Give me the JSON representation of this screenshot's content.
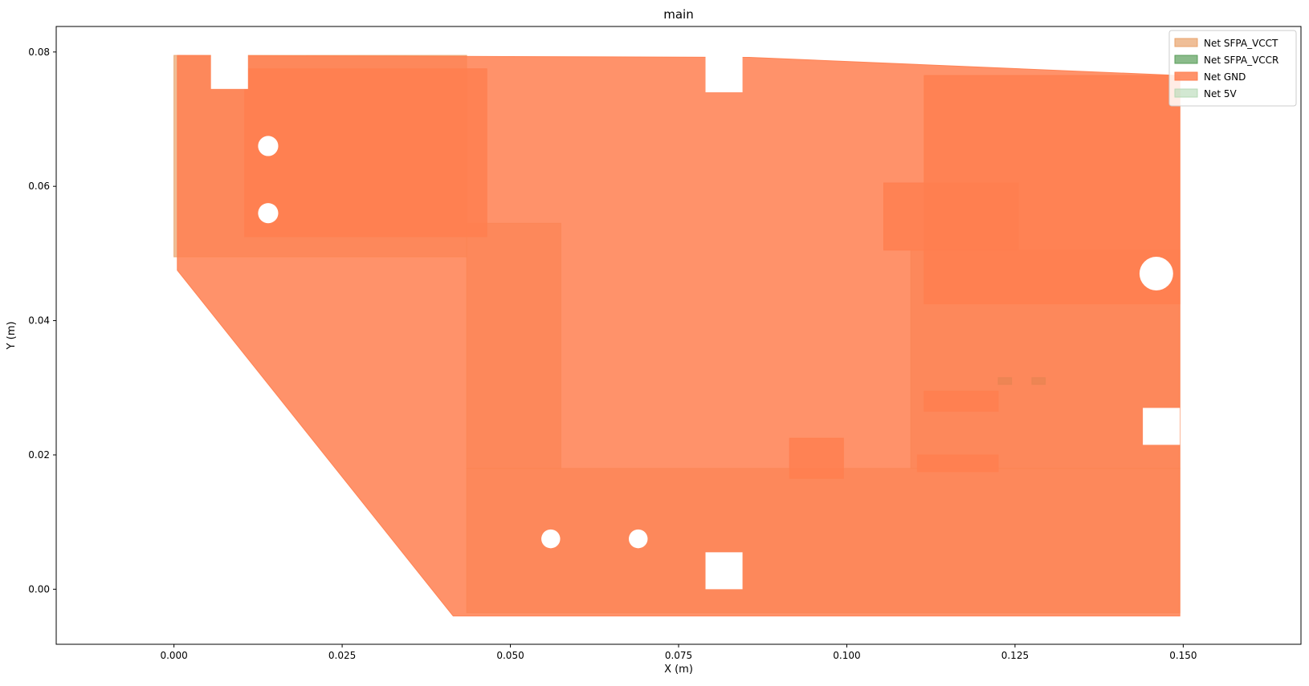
{
  "chart_data": {
    "type": "area",
    "title": "main",
    "xlabel": "X (m)",
    "ylabel": "Y (m)",
    "xlim": [
      -0.0175,
      0.1675
    ],
    "ylim": [
      -0.0082,
      0.0838
    ],
    "xticks": [
      0.0,
      0.025,
      0.05,
      0.075,
      0.1,
      0.125,
      0.15
    ],
    "xtick_labels": [
      "0.000",
      "0.025",
      "0.050",
      "0.075",
      "0.100",
      "0.125",
      "0.150"
    ],
    "yticks": [
      0.0,
      0.02,
      0.04,
      0.06,
      0.08
    ],
    "ytick_labels": [
      "0.00",
      "0.02",
      "0.04",
      "0.06",
      "0.08"
    ],
    "grid": false,
    "legend_position": "top-right",
    "series": [
      {
        "name": "Net SFPA_VCCT",
        "color": "#e8a36b",
        "alpha": 0.7,
        "polygons": [
          [
            [
              0.0,
              0.0795
            ],
            [
              0.0435,
              0.0795
            ],
            [
              0.0435,
              0.0495
            ],
            [
              0.0,
              0.0495
            ]
          ],
          [
            [
              0.0435,
              -0.0035
            ],
            [
              0.1495,
              -0.0035
            ],
            [
              0.1495,
              0.018
            ],
            [
              0.0435,
              0.018
            ]
          ],
          [
            [
              0.0435,
              0.018
            ],
            [
              0.0575,
              0.018
            ],
            [
              0.0575,
              0.0545
            ],
            [
              0.0435,
              0.0545
            ]
          ],
          [
            [
              0.1095,
              0.018
            ],
            [
              0.1495,
              0.018
            ],
            [
              0.1495,
              0.0505
            ],
            [
              0.1095,
              0.0505
            ]
          ]
        ]
      },
      {
        "name": "Net SFPA_VCCR",
        "color": "#5a9e5a",
        "alpha": 0.7,
        "polygons": [
          [
            [
              0.1195,
              0.0515
            ],
            [
              0.1215,
              0.0515
            ],
            [
              0.1215,
              0.0525
            ],
            [
              0.1195,
              0.0525
            ]
          ],
          [
            [
              0.1225,
              0.0305
            ],
            [
              0.1245,
              0.0305
            ],
            [
              0.1245,
              0.0315
            ],
            [
              0.1225,
              0.0315
            ]
          ],
          [
            [
              0.1275,
              0.0305
            ],
            [
              0.1295,
              0.0305
            ],
            [
              0.1295,
              0.0315
            ],
            [
              0.1275,
              0.0315
            ]
          ]
        ]
      },
      {
        "name": "Net GND",
        "color": "#ff7f50",
        "alpha": 0.85,
        "polygons": [
          [
            [
              0.0005,
              0.0795
            ],
            [
              0.0855,
              0.0792
            ],
            [
              0.1495,
              0.0765
            ],
            [
              0.1495,
              -0.004
            ],
            [
              0.0415,
              -0.004
            ],
            [
              0.0005,
              0.0475
            ]
          ],
          [
            [
              0.0105,
              0.0775
            ],
            [
              0.0465,
              0.0775
            ],
            [
              0.0465,
              0.0525
            ],
            [
              0.0105,
              0.0525
            ]
          ],
          [
            [
              0.1115,
              0.0765
            ],
            [
              0.1495,
              0.0765
            ],
            [
              0.1495,
              0.0425
            ],
            [
              0.1115,
              0.0425
            ]
          ],
          [
            [
              0.1055,
              0.0605
            ],
            [
              0.1255,
              0.0605
            ],
            [
              0.1255,
              0.0505
            ],
            [
              0.1055,
              0.0505
            ]
          ],
          [
            [
              0.1115,
              0.0295
            ],
            [
              0.1225,
              0.0295
            ],
            [
              0.1225,
              0.0265
            ],
            [
              0.1115,
              0.0265
            ]
          ],
          [
            [
              0.1105,
              0.02
            ],
            [
              0.1225,
              0.02
            ],
            [
              0.1225,
              0.0175
            ],
            [
              0.1105,
              0.0175
            ]
          ],
          [
            [
              0.0915,
              0.0225
            ],
            [
              0.0995,
              0.0225
            ],
            [
              0.0995,
              0.0165
            ],
            [
              0.0915,
              0.0165
            ]
          ]
        ]
      },
      {
        "name": "Net 5V",
        "color": "#b4d8b4",
        "alpha": 0.6,
        "polygons": []
      }
    ],
    "cutouts": [
      {
        "type": "rect",
        "x": 0.0055,
        "y": 0.0745,
        "w": 0.0055,
        "h": 0.0055
      },
      {
        "type": "rect",
        "x": 0.079,
        "y": 0.074,
        "w": 0.0055,
        "h": 0.0055
      },
      {
        "type": "rect",
        "x": 0.079,
        "y": 0.0,
        "w": 0.0055,
        "h": 0.0055
      },
      {
        "type": "rect",
        "x": 0.144,
        "y": 0.0215,
        "w": 0.0055,
        "h": 0.0055
      },
      {
        "type": "circle",
        "x": 0.014,
        "y": 0.066,
        "r": 0.0015
      },
      {
        "type": "circle",
        "x": 0.014,
        "y": 0.056,
        "r": 0.0015
      },
      {
        "type": "circle",
        "x": 0.146,
        "y": 0.047,
        "r": 0.0025
      },
      {
        "type": "circle",
        "x": 0.056,
        "y": 0.0075,
        "r": 0.0014
      },
      {
        "type": "circle",
        "x": 0.069,
        "y": 0.0075,
        "r": 0.0014
      }
    ]
  }
}
